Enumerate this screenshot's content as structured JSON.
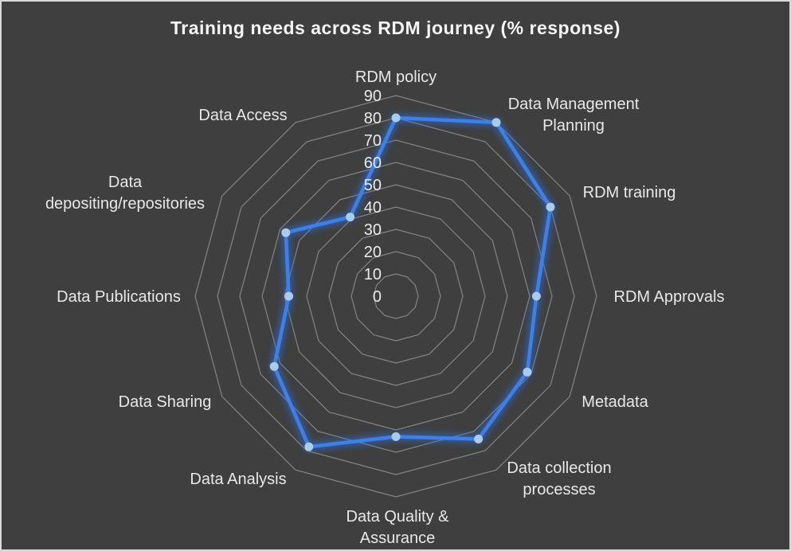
{
  "window": {
    "background": "#3f3f3f",
    "frame_border": "#d9d9d9"
  },
  "chart_data": {
    "type": "radar",
    "title": "Training needs across RDM journey (% response)",
    "categories": [
      "RDM policy",
      "Data Management\nPlanning",
      "RDM training",
      "RDM Approvals",
      "Metadata",
      "Data collection\nprocesses",
      "Data Quality &\nAssurance",
      "Data Analysis",
      "Data Sharing",
      "Data Publications",
      "Data\ndepositing/repositories",
      "Data Access"
    ],
    "values": [
      80,
      90,
      80,
      63,
      68,
      74,
      63,
      78,
      63,
      48,
      57,
      41
    ],
    "axis": {
      "min": 0,
      "max": 90,
      "step": 10,
      "tick_labels": [
        "0",
        "10",
        "20",
        "30",
        "40",
        "50",
        "60",
        "70",
        "80",
        "90"
      ]
    },
    "grid": "concentric-polygons",
    "legend": "none",
    "colors": {
      "line": "#3f80e8",
      "line_glow": "#2b6fe0",
      "marker": "#a9cbee",
      "grid_line": "#858585",
      "tick_text": "#eaeaea",
      "category_text": "#e8e8e8",
      "title_text": "#f5f5f5"
    }
  }
}
